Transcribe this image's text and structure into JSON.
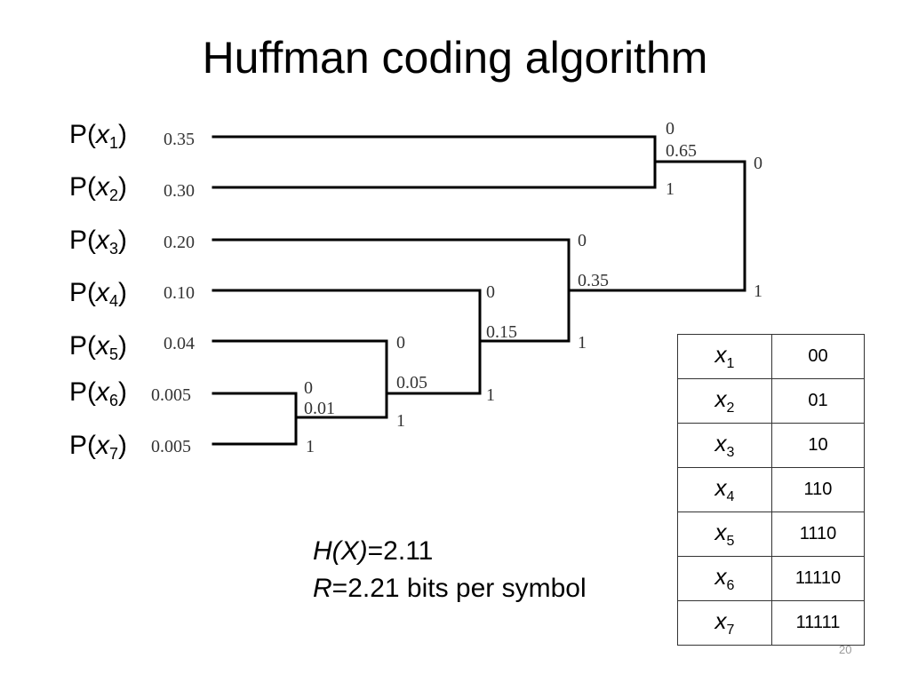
{
  "title": "Huffman coding algorithm",
  "symbols": [
    {
      "p_prefix": "P(",
      "var": "x",
      "sub": "1",
      "p_suffix": ")",
      "prob": "0.35",
      "code": "00"
    },
    {
      "p_prefix": "P(",
      "var": "x",
      "sub": "2",
      "p_suffix": ")",
      "prob": "0.30",
      "code": "01"
    },
    {
      "p_prefix": "P(",
      "var": "x",
      "sub": "3",
      "p_suffix": ")",
      "prob": "0.20",
      "code": "10"
    },
    {
      "p_prefix": "P(",
      "var": "x",
      "sub": "4",
      "p_suffix": ")",
      "prob": "0.10",
      "code": "110"
    },
    {
      "p_prefix": "P(",
      "var": "x",
      "sub": "5",
      "p_suffix": ")",
      "prob": "0.04",
      "code": "1110"
    },
    {
      "p_prefix": "P(",
      "var": "x",
      "sub": "6",
      "p_suffix": ")",
      "prob": "0.005",
      "code": "11110"
    },
    {
      "p_prefix": "P(",
      "var": "x",
      "sub": "7",
      "p_suffix": ")",
      "prob": "0.005",
      "code": "11111"
    }
  ],
  "merges": [
    {
      "value": "0.01",
      "bit0": "0",
      "bit1": "1"
    },
    {
      "value": "0.05",
      "bit0": "0",
      "bit1": "1"
    },
    {
      "value": "0.15",
      "bit0": "0",
      "bit1": "1"
    },
    {
      "value": "0.35",
      "bit0": "0",
      "bit1": "1"
    },
    {
      "value": "0.65",
      "bit0": "0",
      "bit1": "1"
    },
    {
      "value": "",
      "bit0": "0",
      "bit1": "1"
    }
  ],
  "stats": {
    "entropy_label": "H(X)",
    "entropy_value": "=2.11",
    "rate_label": "R",
    "rate_value": "=2.21 bits per symbol"
  },
  "page_number": "20"
}
